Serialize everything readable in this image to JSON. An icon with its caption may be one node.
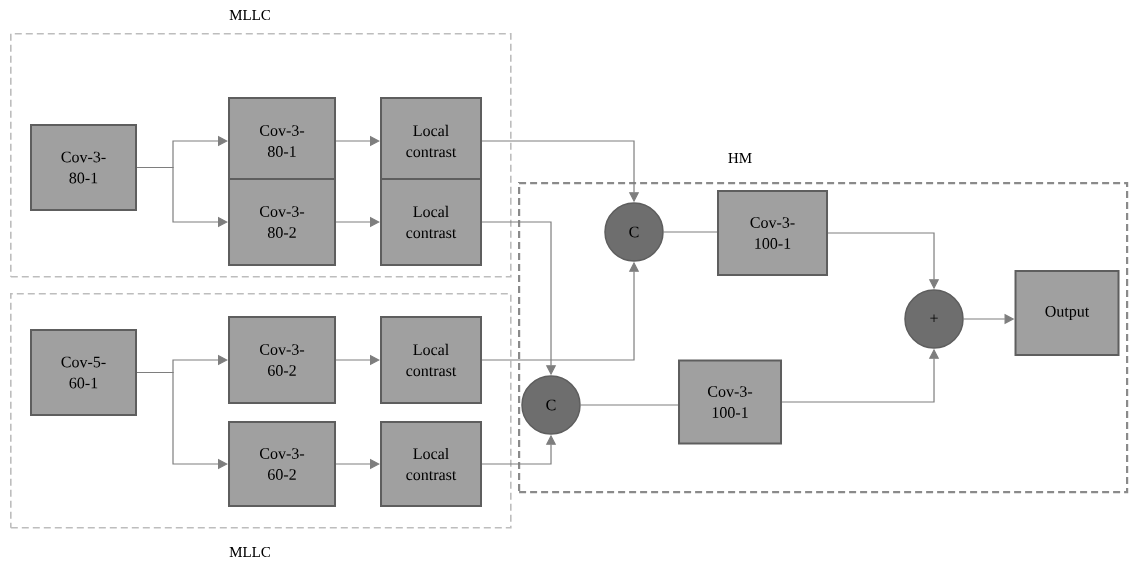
{
  "diagram": {
    "nodes": [
      {
        "text": [
          "MLLC"
        ]
      },
      {
        "text": [
          "Cov-3- 80-1"
        ],
        "in": 0
      },
      {
        "text": [
          "Cov-3- 80-1"
        ],
        "in": 0
      },
      {
        "text": [
          "Cov-3- 80-2"
        ],
        "in": 0
      },
      {
        "text": [
          "Local contrast"
        ],
        "in": 0
      },
      {
        "text": [
          "Local contrast"
        ],
        "in": 0
      },
      {
        "text": [
          "MLLC"
        ]
      },
      {
        "text": [
          "Cov-5- 60-1"
        ],
        "in": 6
      },
      {
        "text": [
          "Cov-3- 60-2"
        ],
        "in": 6
      },
      {
        "text": [
          "Cov-3- 60-2"
        ],
        "in": 6
      },
      {
        "text": [
          "Local contrast"
        ],
        "in": 6
      },
      {
        "text": [
          "Local contrast"
        ],
        "in": 6
      },
      {
        "text": [
          "HM"
        ]
      },
      {
        "text": [
          "C"
        ],
        "in": 12
      },
      {
        "text": [
          "Cov-3- 100-1"
        ],
        "in": 12
      },
      {
        "text": [
          "C"
        ],
        "in": 12
      },
      {
        "text": [
          "Cov-3- 100-1"
        ],
        "in": 12
      },
      {
        "text": [
          "+"
        ],
        "in": 12
      },
      {
        "text": [
          "Output"
        ],
        "in": 12
      }
    ],
    "edges": [
      {
        "from": 1,
        "to": 2,
        "arrow": "to"
      },
      {
        "from": 1,
        "to": 3,
        "arrow": "to"
      },
      {
        "from": 2,
        "to": 4,
        "arrow": "to"
      },
      {
        "from": 3,
        "to": 5,
        "arrow": "to"
      },
      {
        "from": 4,
        "to": 13,
        "arrow": "to"
      },
      {
        "from": 5,
        "to": 15,
        "arrow": "to"
      },
      {
        "from": 7,
        "to": 8,
        "arrow": "to"
      },
      {
        "from": 7,
        "to": 9,
        "arrow": "to"
      },
      {
        "from": 8,
        "to": 10,
        "arrow": "to"
      },
      {
        "from": 9,
        "to": 11,
        "arrow": "to"
      },
      {
        "from": 10,
        "to": 13,
        "arrow": "to"
      },
      {
        "from": 11,
        "to": 15,
        "arrow": "to"
      },
      {
        "from": 13,
        "to": 14,
        "arrow": "none"
      },
      {
        "from": 15,
        "to": 16,
        "arrow": "none"
      },
      {
        "from": 14,
        "to": 17,
        "arrow": "to"
      },
      {
        "from": 16,
        "to": 17,
        "arrow": "to"
      },
      {
        "from": 17,
        "to": 18,
        "arrow": "to"
      }
    ]
  }
}
